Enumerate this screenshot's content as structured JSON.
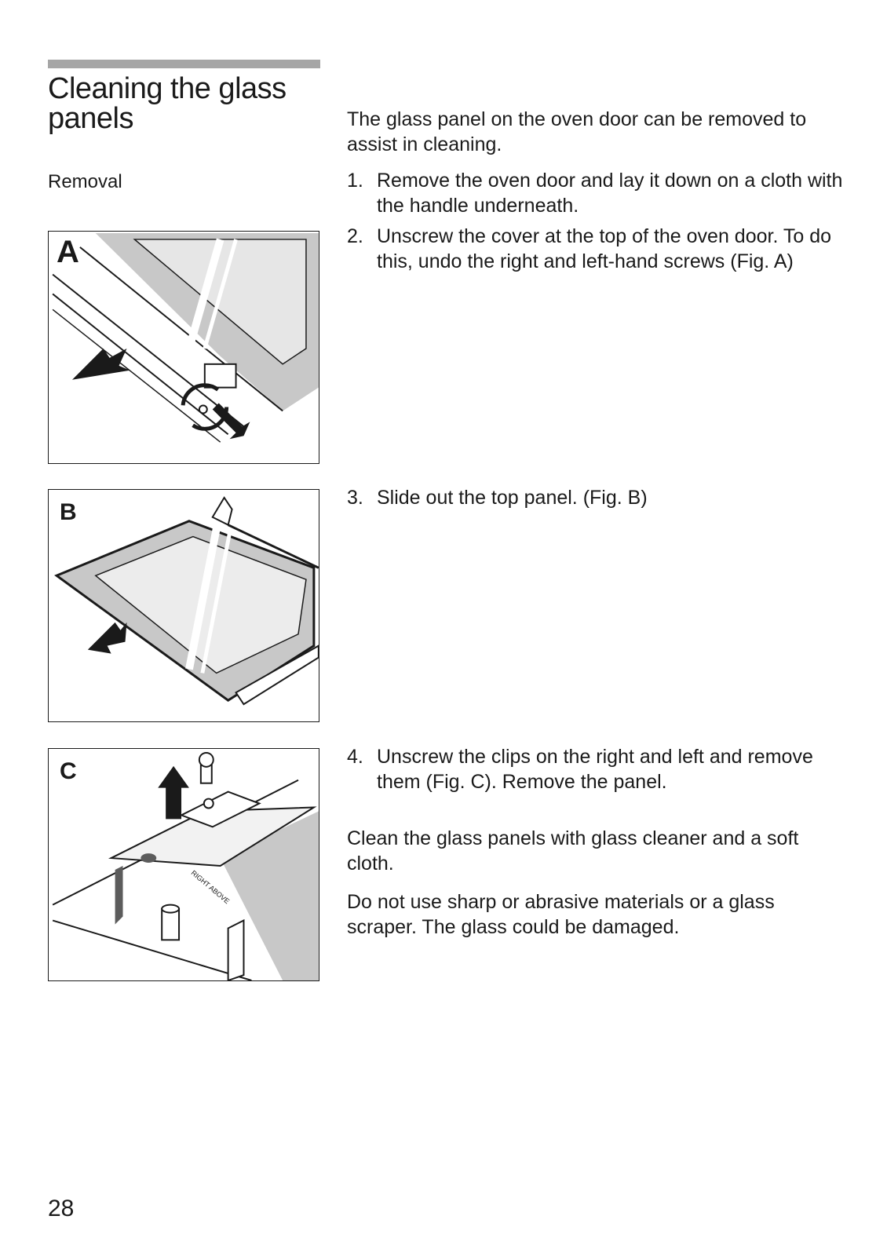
{
  "section": {
    "title": "Cleaning the glass panels",
    "subheading": "Removal"
  },
  "intro": "The glass panel on the oven door can be removed to assist in cleaning.",
  "steps": [
    {
      "num": "1.",
      "text": "Remove the oven door and lay it down on a cloth with the handle underneath."
    },
    {
      "num": "2.",
      "text": "Unscrew the cover at the top of the oven door. To do this, undo the right and left-hand screws (Fig. A)"
    },
    {
      "num": "3.",
      "text": "Slide out the top panel. (Fig. B)"
    },
    {
      "num": "4.",
      "text": "Unscrew the clips on the right and left and remove them (Fig. C). Remove the panel."
    }
  ],
  "notes": [
    "Clean the glass panels with glass cleaner and a soft cloth.",
    "Do not use sharp or abrasive materials or a glass scraper. The glass could be damaged."
  ],
  "figures": {
    "a": {
      "letter": "A"
    },
    "b": {
      "letter": "B"
    },
    "c": {
      "letter": "C",
      "label_text": "RIGHT ABOVE"
    }
  },
  "page_number": "28"
}
